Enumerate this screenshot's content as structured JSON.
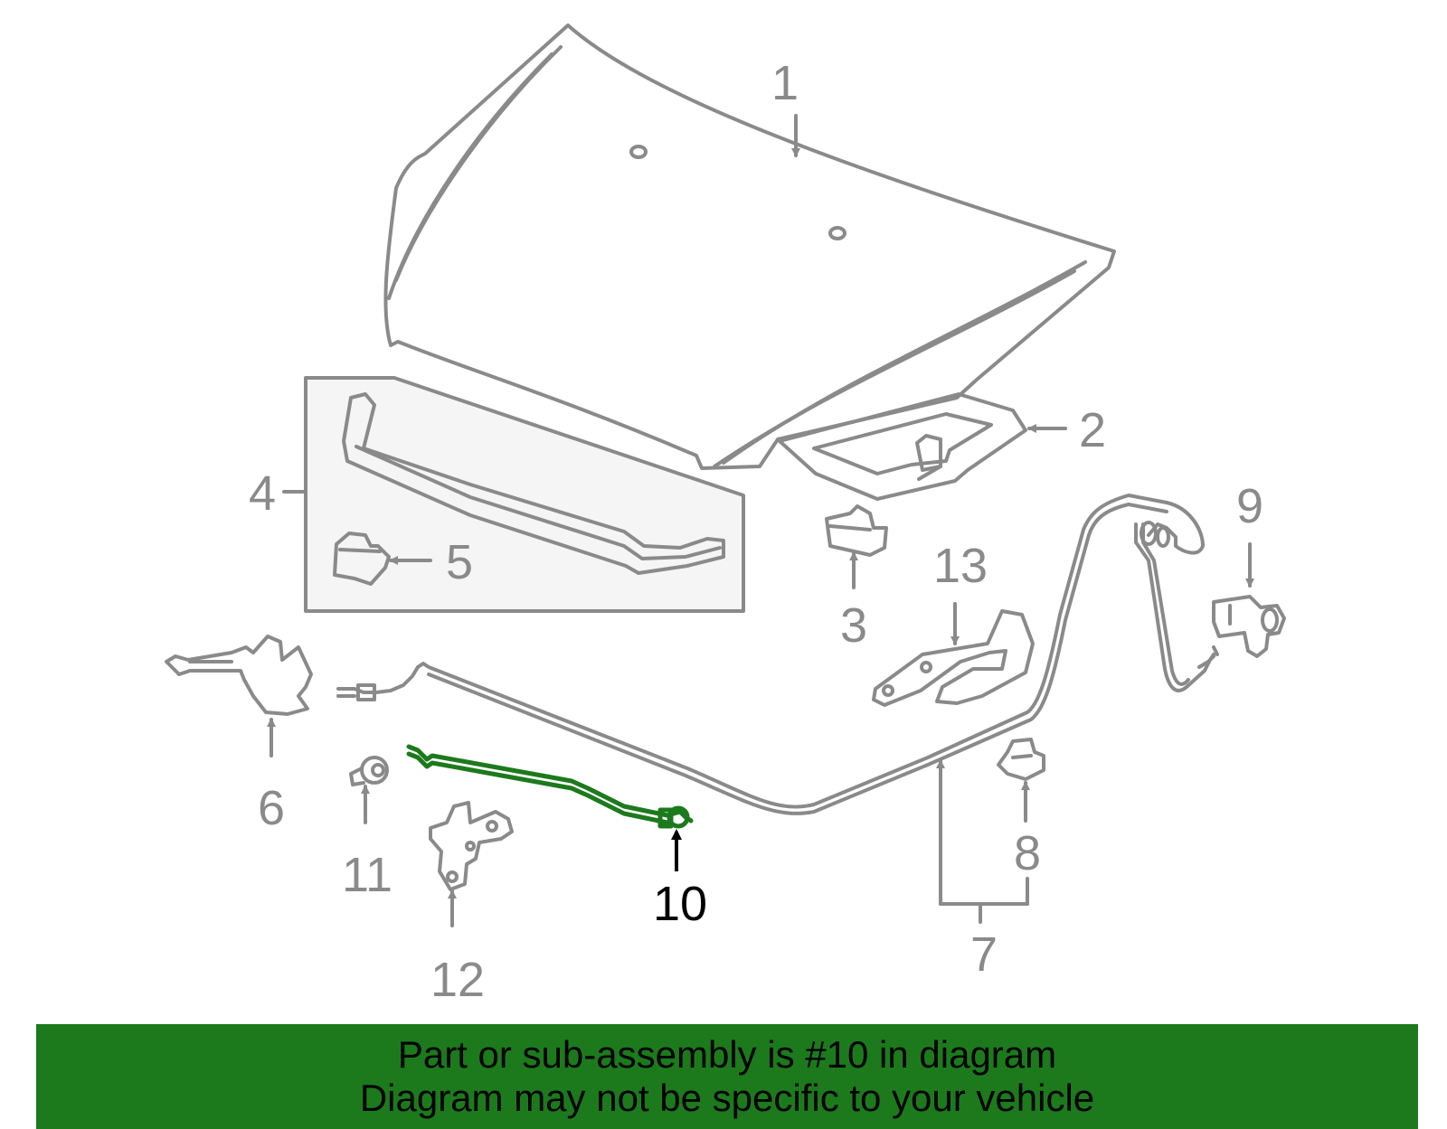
{
  "callouts": {
    "c1": "1",
    "c2": "2",
    "c3": "3",
    "c4": "4",
    "c5": "5",
    "c6": "6",
    "c7": "7",
    "c8": "8",
    "c9": "9",
    "c10": "10",
    "c11": "11",
    "c12": "12",
    "c13": "13"
  },
  "highlight_part": "10",
  "banner": {
    "line1": "Part or sub-assembly is #10 in diagram",
    "line2": "Diagram may not be specific to your vehicle"
  },
  "colors": {
    "outline": "#8a8a8a",
    "highlight": "#1c7a1c",
    "banner_bg": "#1c7a1c",
    "inset_bg": "#f5f5f5"
  }
}
